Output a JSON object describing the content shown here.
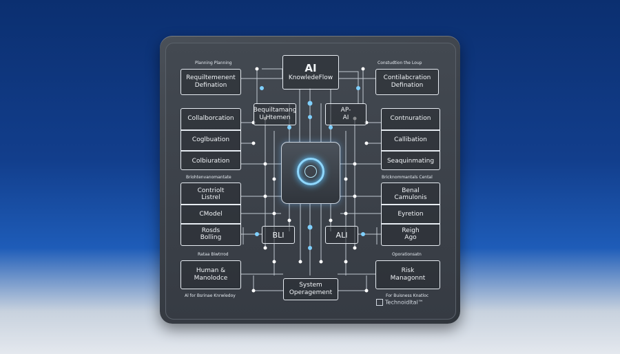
{
  "captions": {
    "top_left": "Planning Planning",
    "top_right": "Constudtion the Loup",
    "mid_left": "Briohtenvanomantate",
    "mid_right": "Bricknommantals Cental",
    "low_left": "Rataa Biwtrrod",
    "low_right": "Oporationsatn",
    "bottom_left": "Al for Bsrinae Knrwledoy",
    "bottom_right": "For Buisness Knatloc"
  },
  "boxes": {
    "req_def": "Requiltemenent\nDefination",
    "ai_title": "AI",
    "ai_sub": "KnowledeFlow",
    "collab_def": "Contilabcration\nDefination",
    "bequim": "Bequiltamang\nU Htemen",
    "ap_ai": "AP-\nAI",
    "bli": "BLI",
    "ali": "ALI",
    "human": "Human &\nManolodce",
    "system": "System\nOperagement",
    "risk": "Risk\nManagonnt"
  },
  "stacks": {
    "left1": [
      "Collalborcation",
      "Coglbuation",
      "Colbiuration"
    ],
    "right1": [
      "Contnuration",
      "Callibation",
      "Seaquinmating"
    ],
    "left2": [
      "Contriolt\nListrel",
      "CModel",
      "Rosds\nBolling"
    ],
    "right2": [
      "Benal\nCamulonis",
      "Eyretion",
      "Reigh\nAgo"
    ]
  },
  "brand": "TechnoidItal™",
  "icons": {
    "chip": "circuit-brain-icon",
    "brand": "logo-mark-icon"
  }
}
